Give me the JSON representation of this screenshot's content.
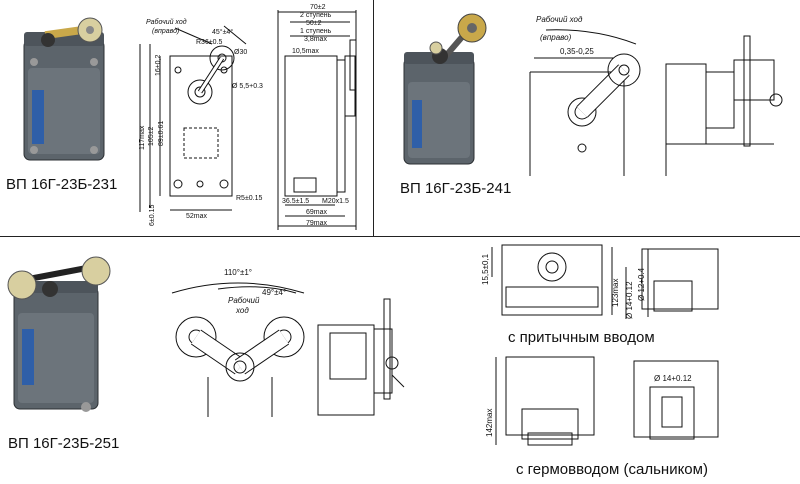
{
  "captions": {
    "sw231": "ВП 16Г-23Б-231",
    "sw241": "ВП 16Г-23Б-241",
    "sw251": "ВП 16Г-23Б-251",
    "with_entry": "с притычным вводом",
    "with_gland": "с гермовводом (сальником)"
  },
  "dims_231": {
    "work_travel": "Рабочий ход",
    "direction": "(вправо)",
    "angle": "45°±4°",
    "r36": "R36±0.5",
    "d30": "Ø30",
    "d55": "Ø 5,5+0.3",
    "h16": "16±0,2",
    "h117": "117max",
    "h105": "105±2",
    "h89": "89±0.61",
    "h6": "6±0.15",
    "w52": "52max",
    "r5": "R5±0.15",
    "w70": "70±2",
    "stage2": "2 ступень",
    "w50": "50±2",
    "stage1": "1 ступень",
    "w38": "3,8max",
    "w105": "10,5max",
    "w365": "36.5±1.5",
    "m20": "M20x1.5",
    "w69": "69max",
    "w79": "79max"
  },
  "dims_241": {
    "work_travel": "Рабочий ход",
    "direction": "(вправо)",
    "offset": "0,35-0,25"
  },
  "dims_251": {
    "angle110": "110°±1°",
    "angle49": "49°±4°",
    "work_travel_1": "Рабочий",
    "work_travel_2": "ход"
  },
  "dims_entry": {
    "h155": "15,5±0,1",
    "h123": "123max",
    "d12": "Ø 12+0.4",
    "d14": "Ø 14+0.12",
    "h142": "142max",
    "d14b": "Ø 14+0.12"
  },
  "colors": {
    "housing": "#5c646b",
    "housing_dark": "#3a4046",
    "lever": "#c9a84a",
    "roller": "#d8cfa0",
    "plate": "#2f5fa8"
  }
}
